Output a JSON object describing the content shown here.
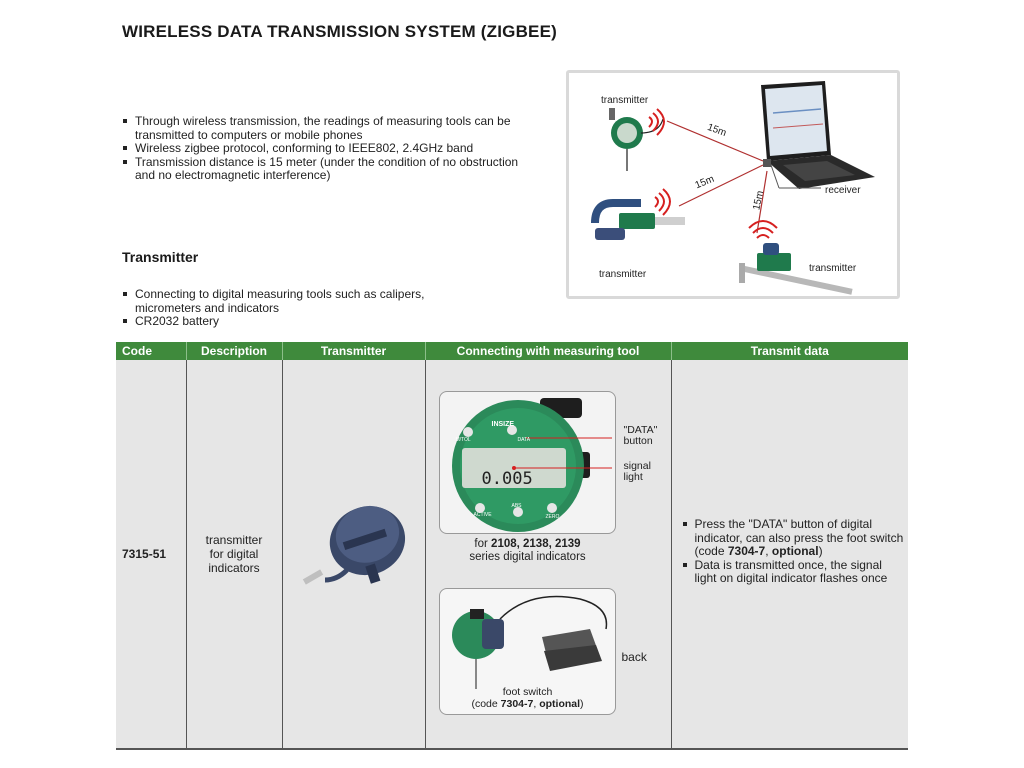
{
  "title": "WIRELESS DATA TRANSMISSION SYSTEM (ZIGBEE)",
  "intro_bullets": [
    "Through wireless transmission, the readings of measuring tools can be transmitted to computers or mobile phones",
    "Wireless zigbee protocol, conforming to IEEE802, 2.4GHz band",
    "Transmission distance is 15 meter (under the condition of no obstruction and no electromagnetic interference)"
  ],
  "diagram": {
    "labels": {
      "transmitter_top": "transmitter",
      "transmitter_left": "transmitter",
      "transmitter_right": "transmitter",
      "receiver": "receiver",
      "dist_1": "15m",
      "dist_2": "15m",
      "dist_3": "15m"
    }
  },
  "transmitter_section": {
    "heading": "Transmitter",
    "bullets": [
      "Connecting to digital measuring tools such as calipers, micrometers and indicators",
      "CR2032 battery"
    ]
  },
  "table": {
    "headers": [
      "Code",
      "Description",
      "Transmitter",
      "Connecting with measuring tool",
      "Transmit data"
    ],
    "row": {
      "code": "7315-51",
      "description": "transmitter for digital indicators",
      "photo1": {
        "data_label_1": "\"DATA\"",
        "data_label_2": "button",
        "signal_label_1": "signal",
        "signal_label_2": "light",
        "caption_prefix": "for ",
        "caption_bold": "2108, 2138, 2139",
        "caption_suffix": "series digital indicators",
        "display_value": "0.005",
        "brand": "INSIZE",
        "mtol": "M/TOL",
        "data_btn": "DATA",
        "abs_btn": "ABS",
        "zero_btn": "ZERO",
        "ac_btn": "ACTIVE"
      },
      "photo2": {
        "back_label": "back",
        "foot_switch_line1": "foot switch",
        "foot_pre": "(code ",
        "foot_code": "7304-7",
        "foot_mid": ", ",
        "foot_opt": "optional",
        "foot_post": ")"
      },
      "transmit": {
        "b1_pre": "Press the \"DATA\" button of digital indicator, can also press the foot switch (code ",
        "b1_code": "7304-7",
        "b1_mid": ", ",
        "b1_opt": "optional",
        "b1_post": ")",
        "b2": "Data is transmitted once, the signal light on digital indicator flashes once"
      }
    }
  },
  "colors": {
    "header_green": "#3f8a3c",
    "cell_gray": "#e6e6e6",
    "signal_red": "#d62020",
    "indicator_green": "#2e8b57"
  }
}
